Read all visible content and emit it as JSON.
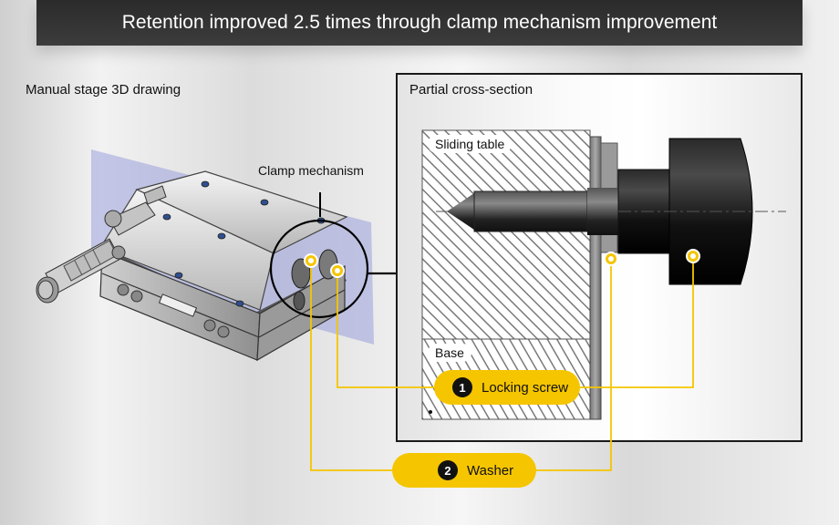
{
  "banner": {
    "title": "Retention improved 2.5 times through clamp mechanism improvement"
  },
  "left_panel": {
    "title": "Manual stage 3D drawing",
    "clamp_label": "Clamp mechanism"
  },
  "right_panel": {
    "title": "Partial cross-section",
    "sliding_table_label": "Sliding table",
    "base_label": "Base"
  },
  "callouts": [
    {
      "number": "1",
      "label": "Locking screw"
    },
    {
      "number": "2",
      "label": "Washer"
    }
  ],
  "colors": {
    "banner": "#333333",
    "callout_yellow": "#f5c500",
    "plane_blue": "#8a90d8"
  }
}
